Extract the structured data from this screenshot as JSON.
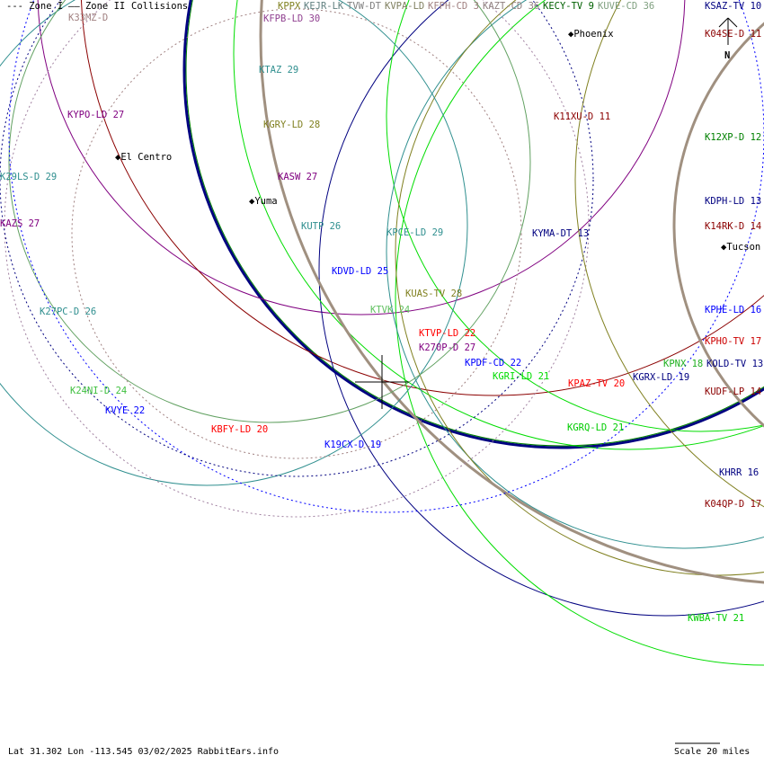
{
  "legend": {
    "zone1": "--- Zone I",
    "zone2": "—— Zone II",
    "collisions": "Collisions"
  },
  "colors": {
    "red": "#ff0000",
    "darkred": "#8b0000",
    "navy": "#000080",
    "blue": "#0000ff",
    "green": "#00dd00",
    "darkgreen": "#008000",
    "teal": "#2f8f8f",
    "olive": "#808020",
    "purple": "#800080",
    "mauve": "#a08080",
    "gray": "#808060",
    "lightgreen": "#60c060"
  },
  "stations": [
    {
      "name": "K33MZ-D"
    },
    {
      "name": "KPPX"
    },
    {
      "name": "KEJR-LK"
    },
    {
      "name": "TVW-DT"
    },
    {
      "name": "KVPA-LD"
    },
    {
      "name": "KFPH-CD 3"
    },
    {
      "name": "KAZT-CD 36"
    },
    {
      "name": "KECY-TV 9"
    },
    {
      "name": "KUVE-CD 36"
    },
    {
      "name": "KSAZ-TV 10"
    },
    {
      "name": "KFPB-LD 30"
    },
    {
      "name": "K04SE-D 11"
    },
    {
      "name": "KTAZ 29"
    },
    {
      "name": "KYPO-LD 27"
    },
    {
      "name": "K11XU-D 11"
    },
    {
      "name": "KGRY-LD 28"
    },
    {
      "name": "K12XP-D 12"
    },
    {
      "name": "K29LS-D 29"
    },
    {
      "name": "KASW 27"
    },
    {
      "name": "KDPH-LD 13"
    },
    {
      "name": "KAZS 27"
    },
    {
      "name": "KUTP 26"
    },
    {
      "name": "KPCE-LD 29"
    },
    {
      "name": "KYMA-DT 13"
    },
    {
      "name": "K14RK-D 14"
    },
    {
      "name": "KDVD-LD 25"
    },
    {
      "name": "KUAS-TV 28"
    },
    {
      "name": "KTVK 24"
    },
    {
      "name": "K27PC-D 26"
    },
    {
      "name": "KPHE-LD 16"
    },
    {
      "name": "KTVP-LD 22"
    },
    {
      "name": "K270P-D 27"
    },
    {
      "name": "KPHO-TV 17"
    },
    {
      "name": "KPDF-CD 22"
    },
    {
      "name": "KGRI-LD 21"
    },
    {
      "name": "KPNX 18"
    },
    {
      "name": "KOLD-TV 13"
    },
    {
      "name": "KPAZ-TV 20"
    },
    {
      "name": "KGRX-LD 19"
    },
    {
      "name": "K24NI-D 24"
    },
    {
      "name": "KUDF-LP 14"
    },
    {
      "name": "KVYE 22"
    },
    {
      "name": "KGRQ-LD 21"
    },
    {
      "name": "KBFY-LD 20"
    },
    {
      "name": "K19CX-D 19"
    },
    {
      "name": "KHRR 16"
    },
    {
      "name": "K04QP-D 17"
    },
    {
      "name": "KWBA-TV 21"
    }
  ],
  "cities": {
    "phoenix": "Phoenix",
    "el_centro": "El Centro",
    "yuma": "Yuma",
    "tucson": "Tucson"
  },
  "compass": "N",
  "footer": {
    "info": "Lat 31.302 Lon -113.545 03/02/2025 RabbitEars.info",
    "scale": "Scale 20 miles"
  }
}
